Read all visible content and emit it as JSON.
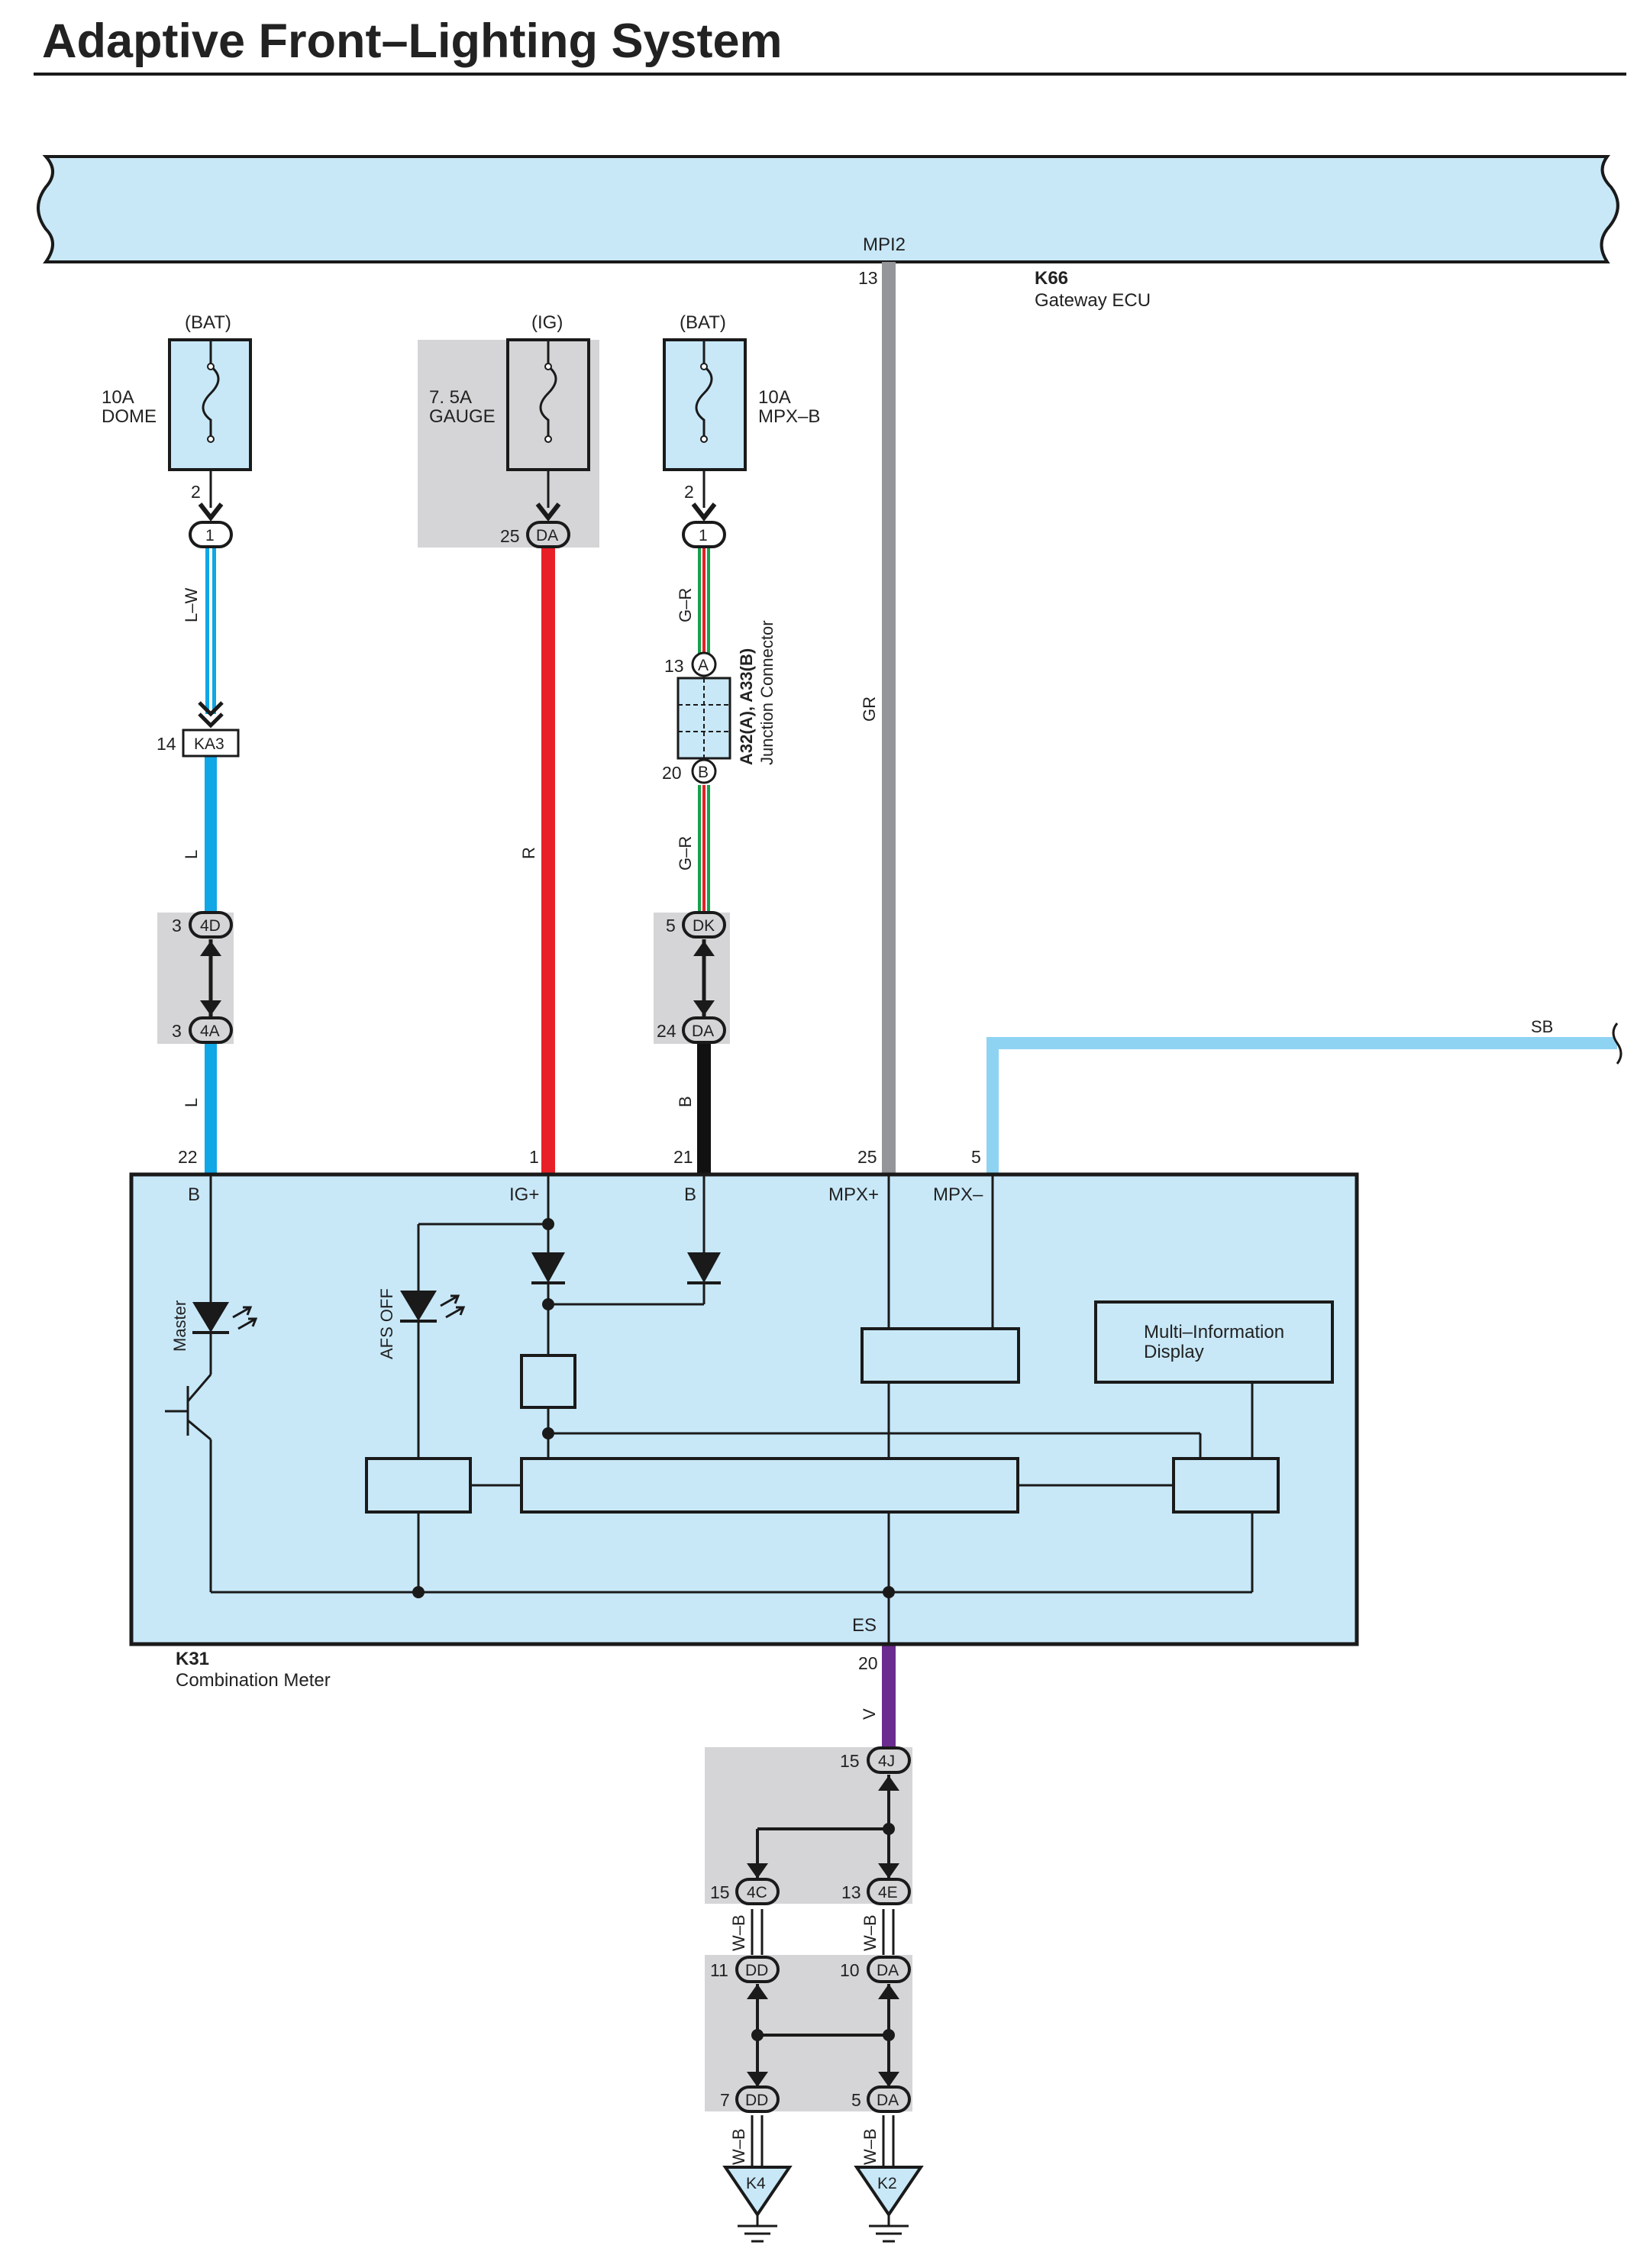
{
  "page": {
    "title": "Adaptive Front–Lighting System"
  },
  "colors": {
    "module_fill": "#c8e8f8",
    "panel_gray": "#d5d5d7",
    "wire_L": "#0fa7e6",
    "wire_R": "#e81f27",
    "wire_B": "#111111",
    "wire_GR": "#939598",
    "wire_SB": "#8fd3f3",
    "wire_V": "#6a2c8e",
    "wire_G": "#15a24a",
    "line": "#1a1a1a"
  },
  "gateway": {
    "bus_label": "MPI2",
    "pin": "13",
    "id": "K66",
    "name": "Gateway ECU"
  },
  "fuses": [
    {
      "source": "(BAT)",
      "rating": "10A",
      "name": "DOME",
      "pin": "2",
      "connector": "1"
    },
    {
      "source": "(IG)",
      "rating": "7. 5A",
      "name": "GAUGE",
      "pin": "25",
      "connector": "DA"
    },
    {
      "source": "(BAT)",
      "rating": "10A",
      "name": "MPX–B",
      "pin": "2",
      "connector": "1"
    }
  ],
  "wires": {
    "lw": "L–W",
    "l1": "L",
    "l2": "L",
    "r": "R",
    "gr1": "G–R",
    "gr2": "G–R",
    "b": "B",
    "gr": "GR",
    "sb": "SB",
    "v": "V",
    "wb1": "W–B",
    "wb2": "W–B",
    "wb3": "W–B",
    "wb4": "W–B"
  },
  "connectors": {
    "ka3": {
      "pin": "14",
      "name": "KA3"
    },
    "c4d": {
      "pin": "3",
      "name": "4D"
    },
    "c4a": {
      "pin": "3",
      "name": "4A"
    },
    "dk": {
      "pin": "5",
      "name": "DK"
    },
    "da24": {
      "pin": "24",
      "name": "DA"
    },
    "jcA": {
      "pin": "13",
      "name": "A"
    },
    "jcB": {
      "pin": "20",
      "name": "B"
    },
    "jc_label1": "A32(A), A33(B)",
    "jc_label2": "Junction Connector",
    "c4j": {
      "pin": "15",
      "name": "4J"
    },
    "c4c": {
      "pin": "15",
      "name": "4C"
    },
    "c4e": {
      "pin": "13",
      "name": "4E"
    },
    "dd11": {
      "pin": "11",
      "name": "DD"
    },
    "da10": {
      "pin": "10",
      "name": "DA"
    },
    "dd7": {
      "pin": "7",
      "name": "DD"
    },
    "da5": {
      "pin": "5",
      "name": "DA"
    }
  },
  "meter": {
    "id": "K31",
    "name": "Combination Meter",
    "pins": [
      {
        "num": "22",
        "label": "B"
      },
      {
        "num": "1",
        "label": "IG+"
      },
      {
        "num": "21",
        "label": "B"
      },
      {
        "num": "25",
        "label": "MPX+"
      },
      {
        "num": "5",
        "label": "MPX–"
      }
    ],
    "es_label": "ES",
    "es_pin": "20",
    "master_label": "Master",
    "afs_label": "AFS OFF",
    "mid_line1": "Multi–Information",
    "mid_line2": "Display"
  },
  "grounds": [
    {
      "name": "K4"
    },
    {
      "name": "K2"
    }
  ]
}
